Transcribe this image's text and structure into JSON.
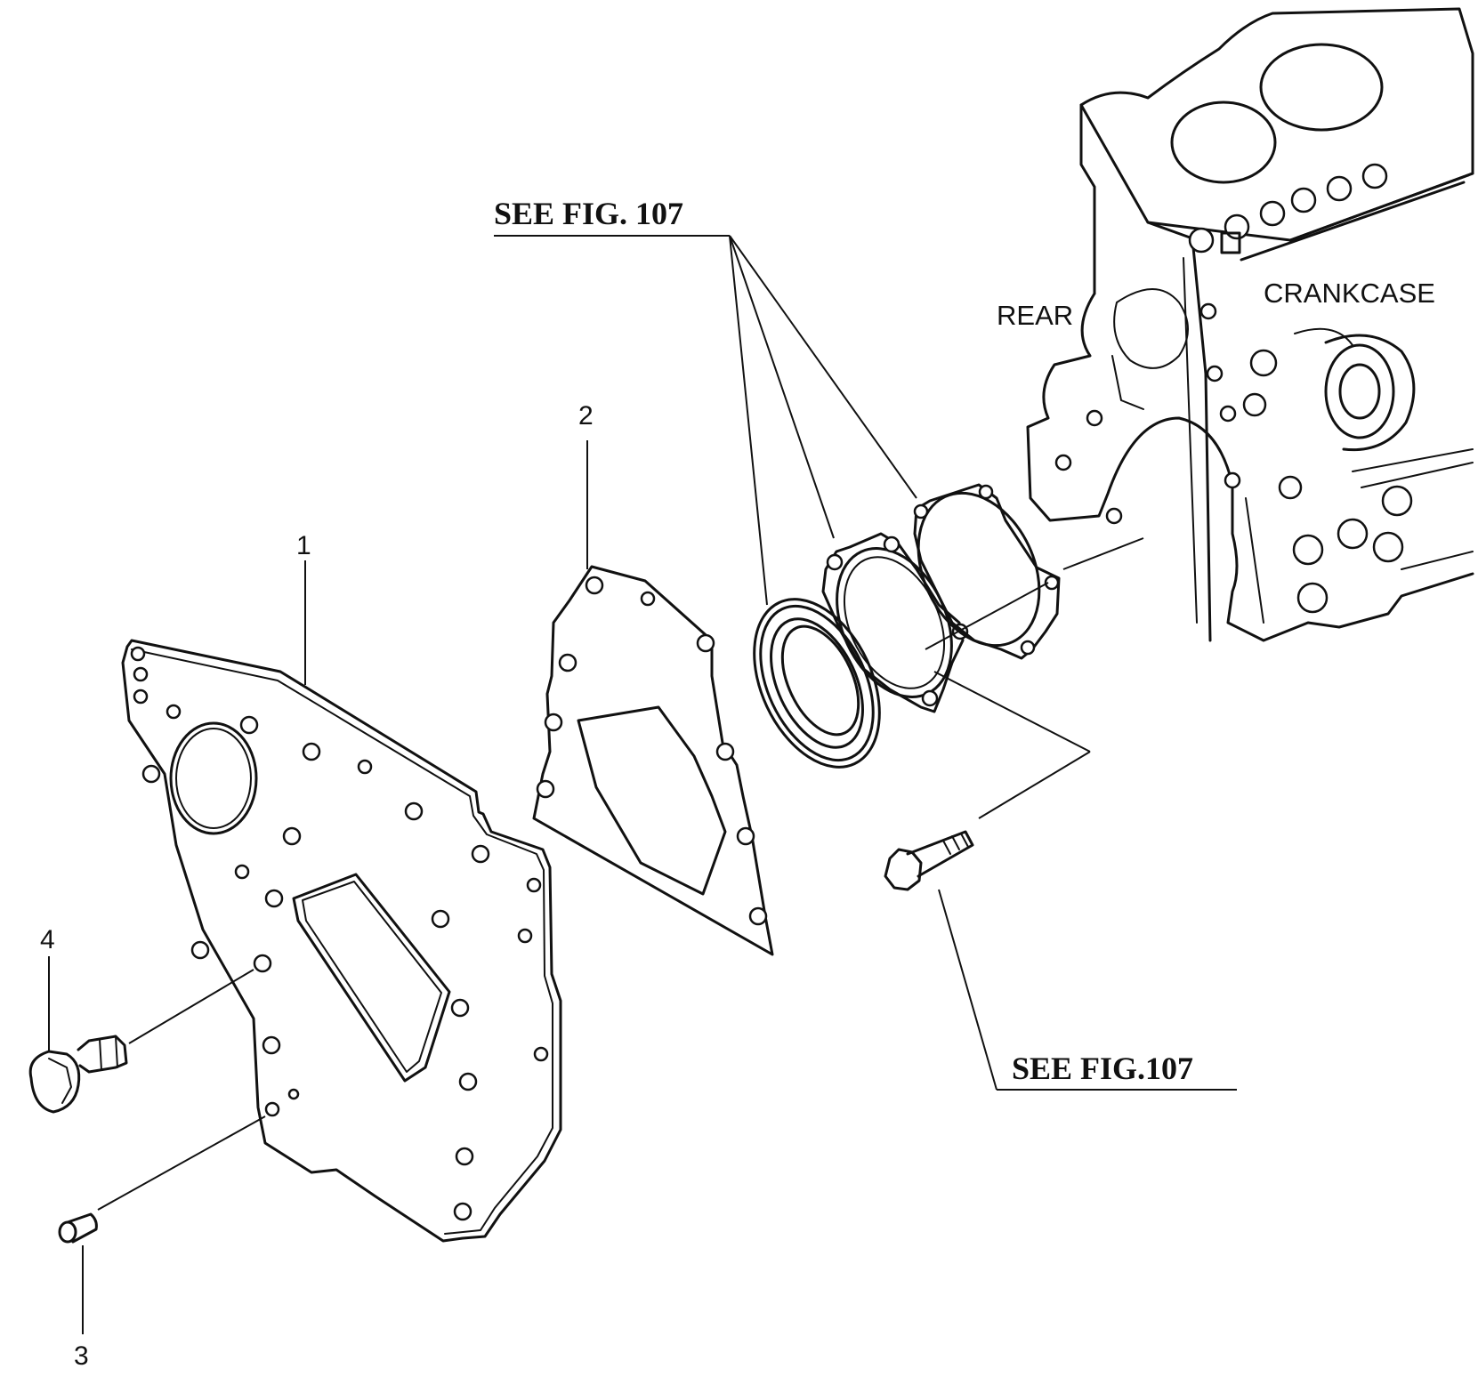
{
  "callouts": {
    "part1": "1",
    "part2": "2",
    "part3": "3",
    "part4": "4"
  },
  "references": {
    "top": "SEE FIG. 107",
    "bottom": "SEE FIG.107"
  },
  "labels": {
    "rear": "REAR",
    "crankcase": "CRANKCASE"
  }
}
